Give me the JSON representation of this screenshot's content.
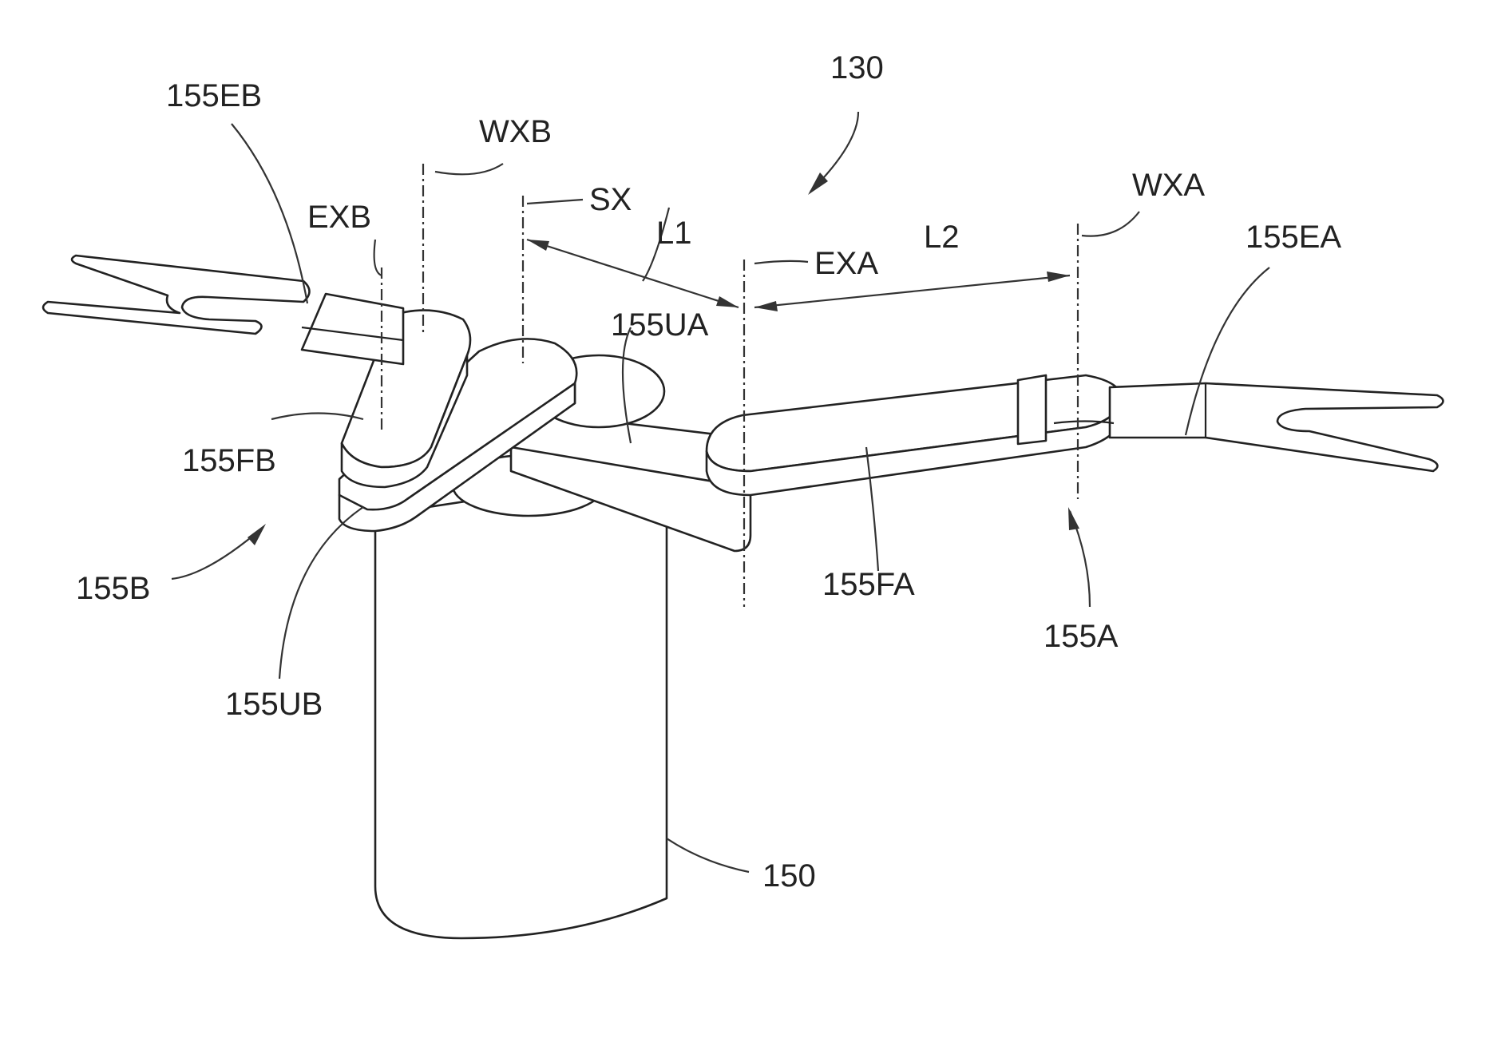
{
  "labels": {
    "assembly": "130",
    "arm_a": "155A",
    "arm_b": "155B",
    "drive": "150",
    "end_effector_a": "155EA",
    "end_effector_b": "155EB",
    "forearm_a": "155FA",
    "forearm_b": "155FB",
    "upper_arm_a": "155UA",
    "upper_arm_b": "155UB",
    "shoulder_axis": "SX",
    "elbow_axis_a": "EXA",
    "elbow_axis_b": "EXB",
    "wrist_axis_a": "WXA",
    "wrist_axis_b": "WXB",
    "length_1": "L1",
    "length_2": "L2"
  }
}
